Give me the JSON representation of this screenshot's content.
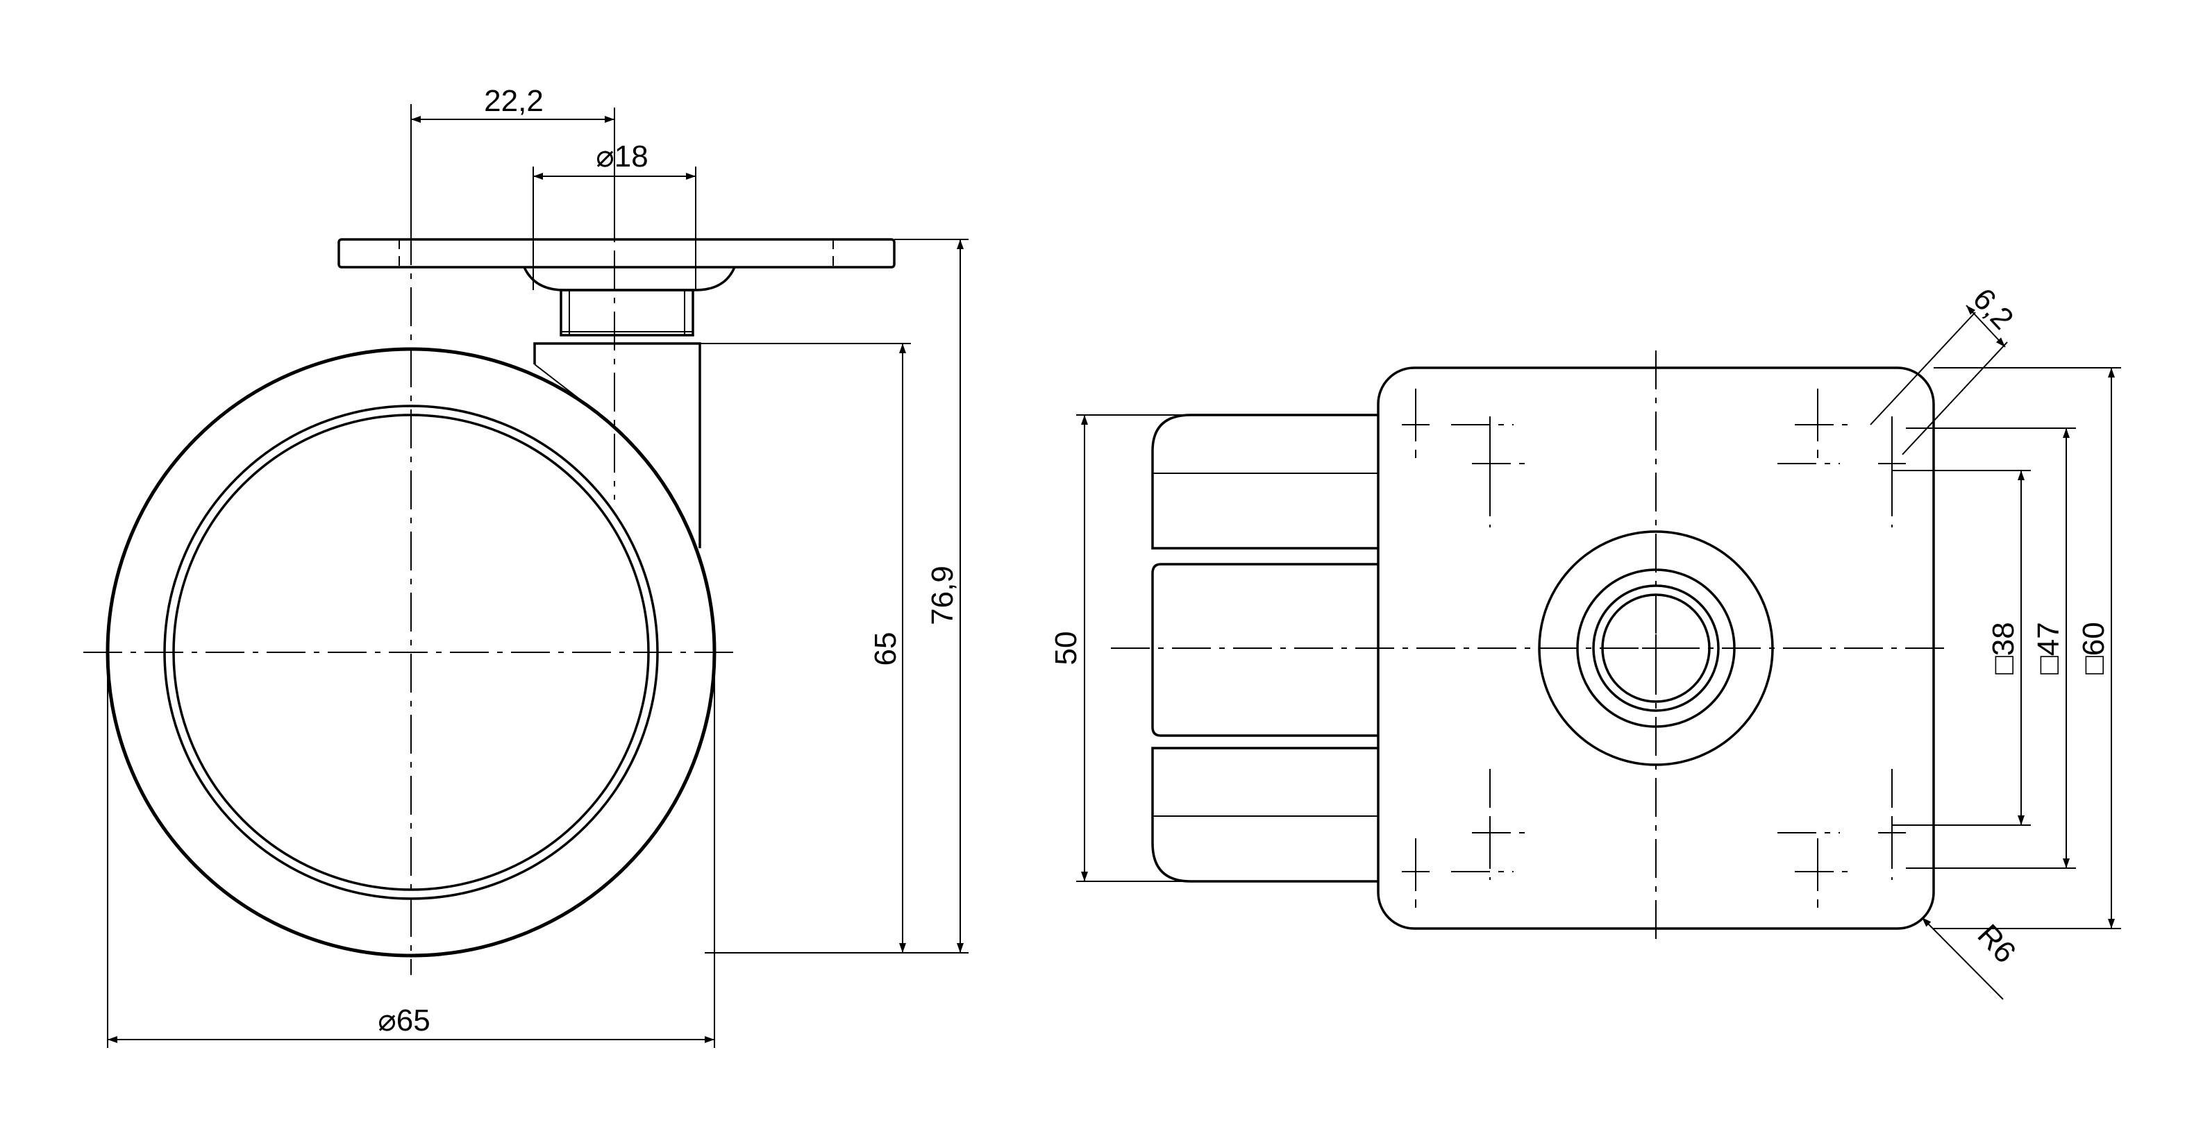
{
  "dimensions": {
    "offset": "22,2",
    "stem_diameter": "⌀18",
    "wheel_diameter": "⌀65",
    "wheel_height": "65",
    "total_height": "76,9",
    "wheel_width": "50",
    "hole_width": "6,2",
    "corner_radius": "R6",
    "square_38": "□38",
    "square_47": "□47",
    "square_60": "□60"
  },
  "colors": {
    "line": "#000000",
    "background": "#ffffff"
  }
}
